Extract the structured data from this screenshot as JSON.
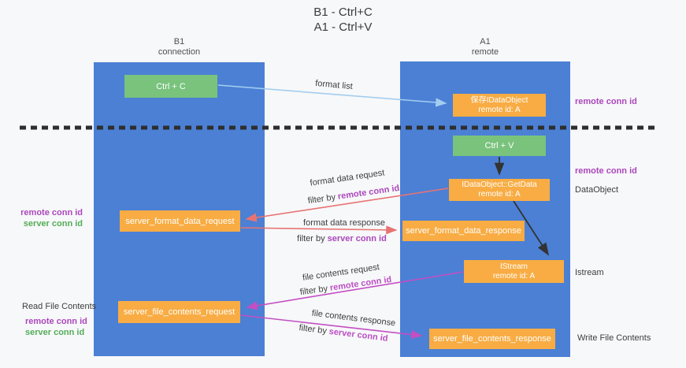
{
  "title": {
    "line1": "B1 - Ctrl+C",
    "line2": "A1 - Ctrl+V"
  },
  "lifelines": {
    "b1": {
      "name": "B1",
      "role": "connection"
    },
    "a1": {
      "name": "A1",
      "role": "remote"
    }
  },
  "boxes": {
    "ctrl_c": "Ctrl + C",
    "ctrl_v": "Ctrl + V",
    "save_dataobject": {
      "line1": "保存IDataObject",
      "line2": "remote id: A"
    },
    "getdata": {
      "line1": "IDataObject::GetData",
      "line2": "remote id: A"
    },
    "istream": {
      "line1": "IStream",
      "line2": "remote id: A"
    },
    "server_format_data_request": "server_format_data_request",
    "server_format_data_response": "server_format_data_response",
    "server_file_contents_request": "server_file_contents_request",
    "server_file_contents_response": "server_file_contents_response"
  },
  "arrow_labels": {
    "format_list": "format list",
    "format_data_request": "format data request",
    "format_data_response": "format data response",
    "file_contents_request": "file contents request",
    "file_contents_response": "file contents response",
    "filter_by": "filter by",
    "remote_conn_id": "remote conn id",
    "server_conn_id": "server conn id"
  },
  "side_labels": {
    "remote_conn_id": "remote conn id",
    "server_conn_id": "server conn id",
    "dataobject": "DataObject",
    "istream": "Istream",
    "read_file_contents": "Read File Contents",
    "write_file_contents": "Write File Contents"
  },
  "colors": {
    "lifeline_blue": "#4b80d5",
    "box_green": "#79c37d",
    "box_orange": "#f8ac43",
    "arrow_light_blue": "#a3cdf0",
    "arrow_red": "#e87373",
    "arrow_magenta": "#c34fc3",
    "arrow_black": "#333333",
    "text_purple": "#ab47bc",
    "text_green": "#53ad58",
    "divider_black": "#2e2e2e",
    "background": "#f7f8f9"
  }
}
